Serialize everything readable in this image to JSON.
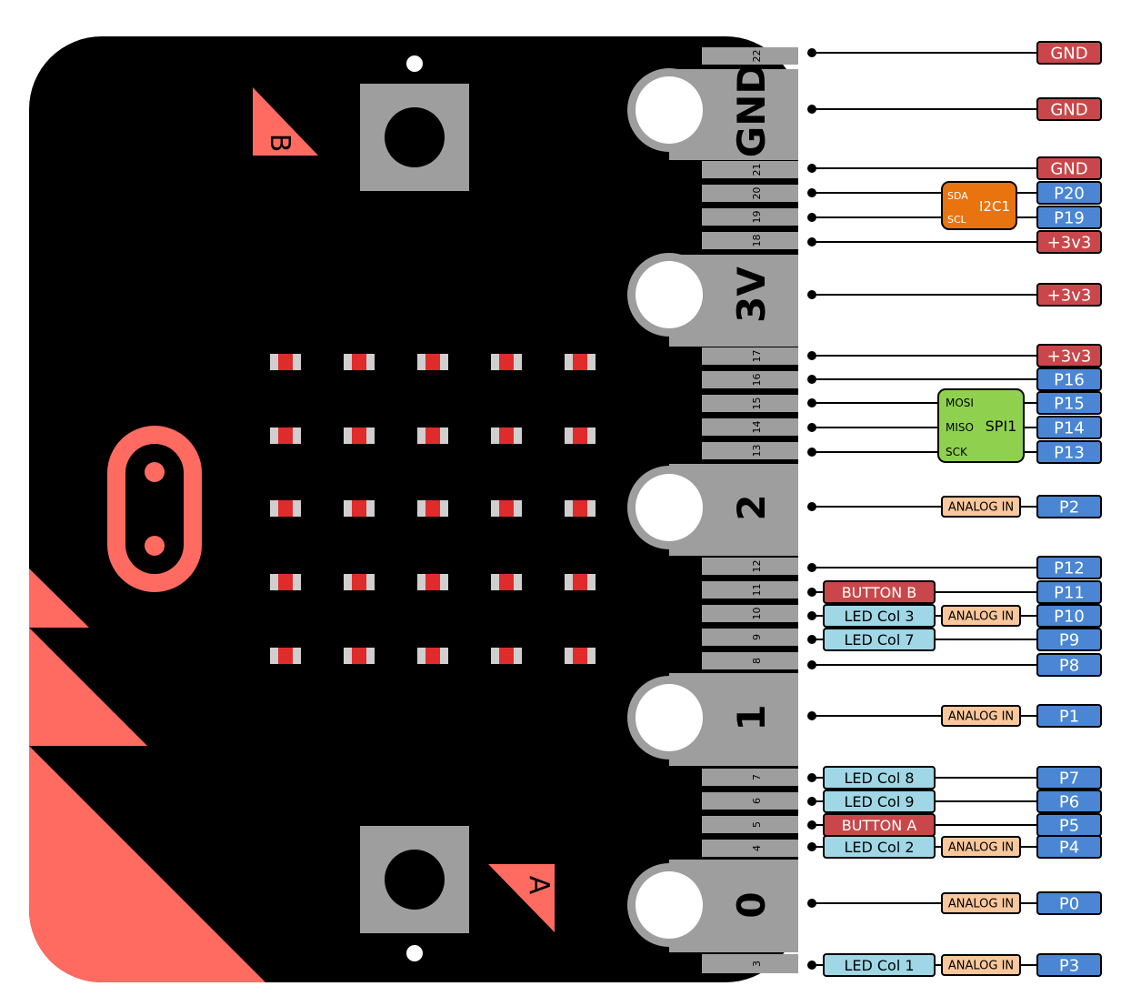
{
  "colors": {
    "board": "#000000",
    "accent": "#ff6b61",
    "gnd": "#c9474a",
    "power": "#c9474a",
    "pin": "#4a86d4",
    "button": "#c9474a",
    "led_col": "#9fd7e6",
    "analog": "#f9c79b",
    "i2c": "#e8730f",
    "spi": "#8fd14f",
    "edge_strip": "#9e9e9e",
    "led_red": "#e02b2b",
    "led_body": "#cfcfcf"
  },
  "board": {
    "button_b_label": "B",
    "button_a_label": "A",
    "big_pads": [
      {
        "label": "GND"
      },
      {
        "label": "3V"
      },
      {
        "label": "2"
      },
      {
        "label": "1"
      },
      {
        "label": "0"
      }
    ],
    "small_pins": [
      "22",
      "21",
      "20",
      "19",
      "18",
      "17",
      "16",
      "15",
      "14",
      "13",
      "12",
      "11",
      "10",
      "9",
      "8",
      "7",
      "6",
      "5",
      "4",
      "3"
    ],
    "led_matrix": {
      "rows": 5,
      "cols": 5
    }
  },
  "pinout": {
    "rows": [
      {
        "tag": "GND",
        "type": "gnd"
      },
      {
        "tag": "GND",
        "type": "gnd"
      },
      {
        "tag": "GND",
        "type": "gnd"
      },
      {
        "tag": "P20",
        "type": "pin"
      },
      {
        "tag": "P19",
        "type": "pin"
      },
      {
        "tag": "+3v3",
        "type": "power"
      },
      {
        "tag": "+3v3",
        "type": "power"
      },
      {
        "tag": "+3v3",
        "type": "power"
      },
      {
        "tag": "P16",
        "type": "pin"
      },
      {
        "tag": "P15",
        "type": "pin"
      },
      {
        "tag": "P14",
        "type": "pin"
      },
      {
        "tag": "P13",
        "type": "pin"
      },
      {
        "tag": "P2",
        "type": "pin",
        "analog": "ANALOG IN"
      },
      {
        "tag": "P12",
        "type": "pin"
      },
      {
        "tag": "P11",
        "type": "pin",
        "func": "BUTTON B",
        "func_type": "button"
      },
      {
        "tag": "P10",
        "type": "pin",
        "func": "LED Col 3",
        "func_type": "led",
        "analog": "ANALOG IN"
      },
      {
        "tag": "P9",
        "type": "pin",
        "func": "LED Col 7",
        "func_type": "led"
      },
      {
        "tag": "P8",
        "type": "pin"
      },
      {
        "tag": "P1",
        "type": "pin",
        "analog": "ANALOG IN"
      },
      {
        "tag": "P7",
        "type": "pin",
        "func": "LED Col 8",
        "func_type": "led"
      },
      {
        "tag": "P6",
        "type": "pin",
        "func": "LED Col 9",
        "func_type": "led"
      },
      {
        "tag": "P5",
        "type": "pin",
        "func": "BUTTON A",
        "func_type": "button"
      },
      {
        "tag": "P4",
        "type": "pin",
        "func": "LED Col 2",
        "func_type": "led",
        "analog": "ANALOG IN"
      },
      {
        "tag": "P0",
        "type": "pin",
        "analog": "ANALOG IN"
      },
      {
        "tag": "P3",
        "type": "pin",
        "func": "LED Col 1",
        "func_type": "led",
        "analog": "ANALOG IN"
      }
    ],
    "i2c": {
      "name": "I2C1",
      "sda": "SDA",
      "scl": "SCL"
    },
    "spi": {
      "name": "SPI1",
      "mosi": "MOSI",
      "miso": "MISO",
      "sck": "SCK"
    }
  }
}
